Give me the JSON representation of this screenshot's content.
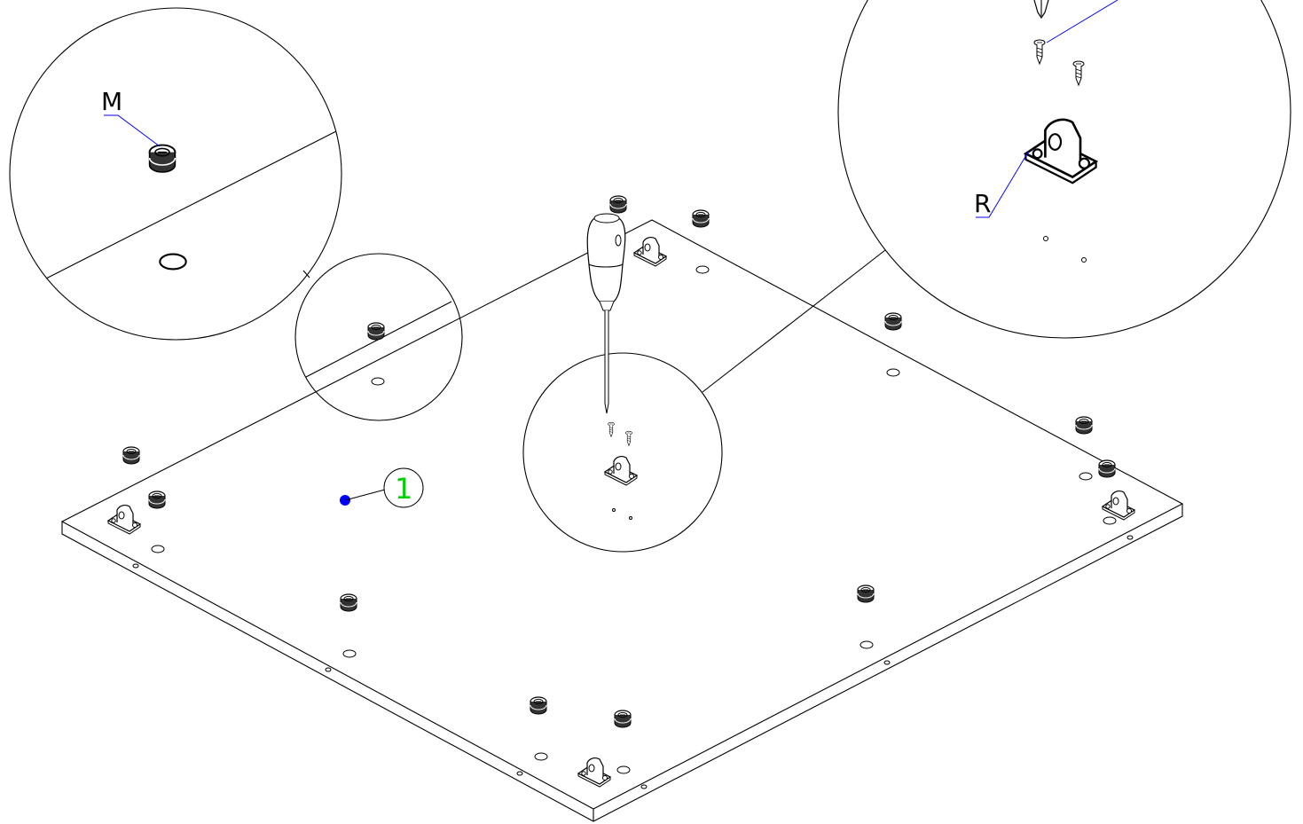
{
  "labels": {
    "part_cam": "M",
    "part_wheel": "R",
    "panel_number": "1"
  },
  "colors": {
    "line": "#000000",
    "leader": "#0000ff",
    "callout_text": "#00d000",
    "callout_dot": "#0000ff"
  },
  "icons": [
    "cam-lock-icon",
    "caster-wheel-icon",
    "screw-icon",
    "screwdriver-icon"
  ]
}
